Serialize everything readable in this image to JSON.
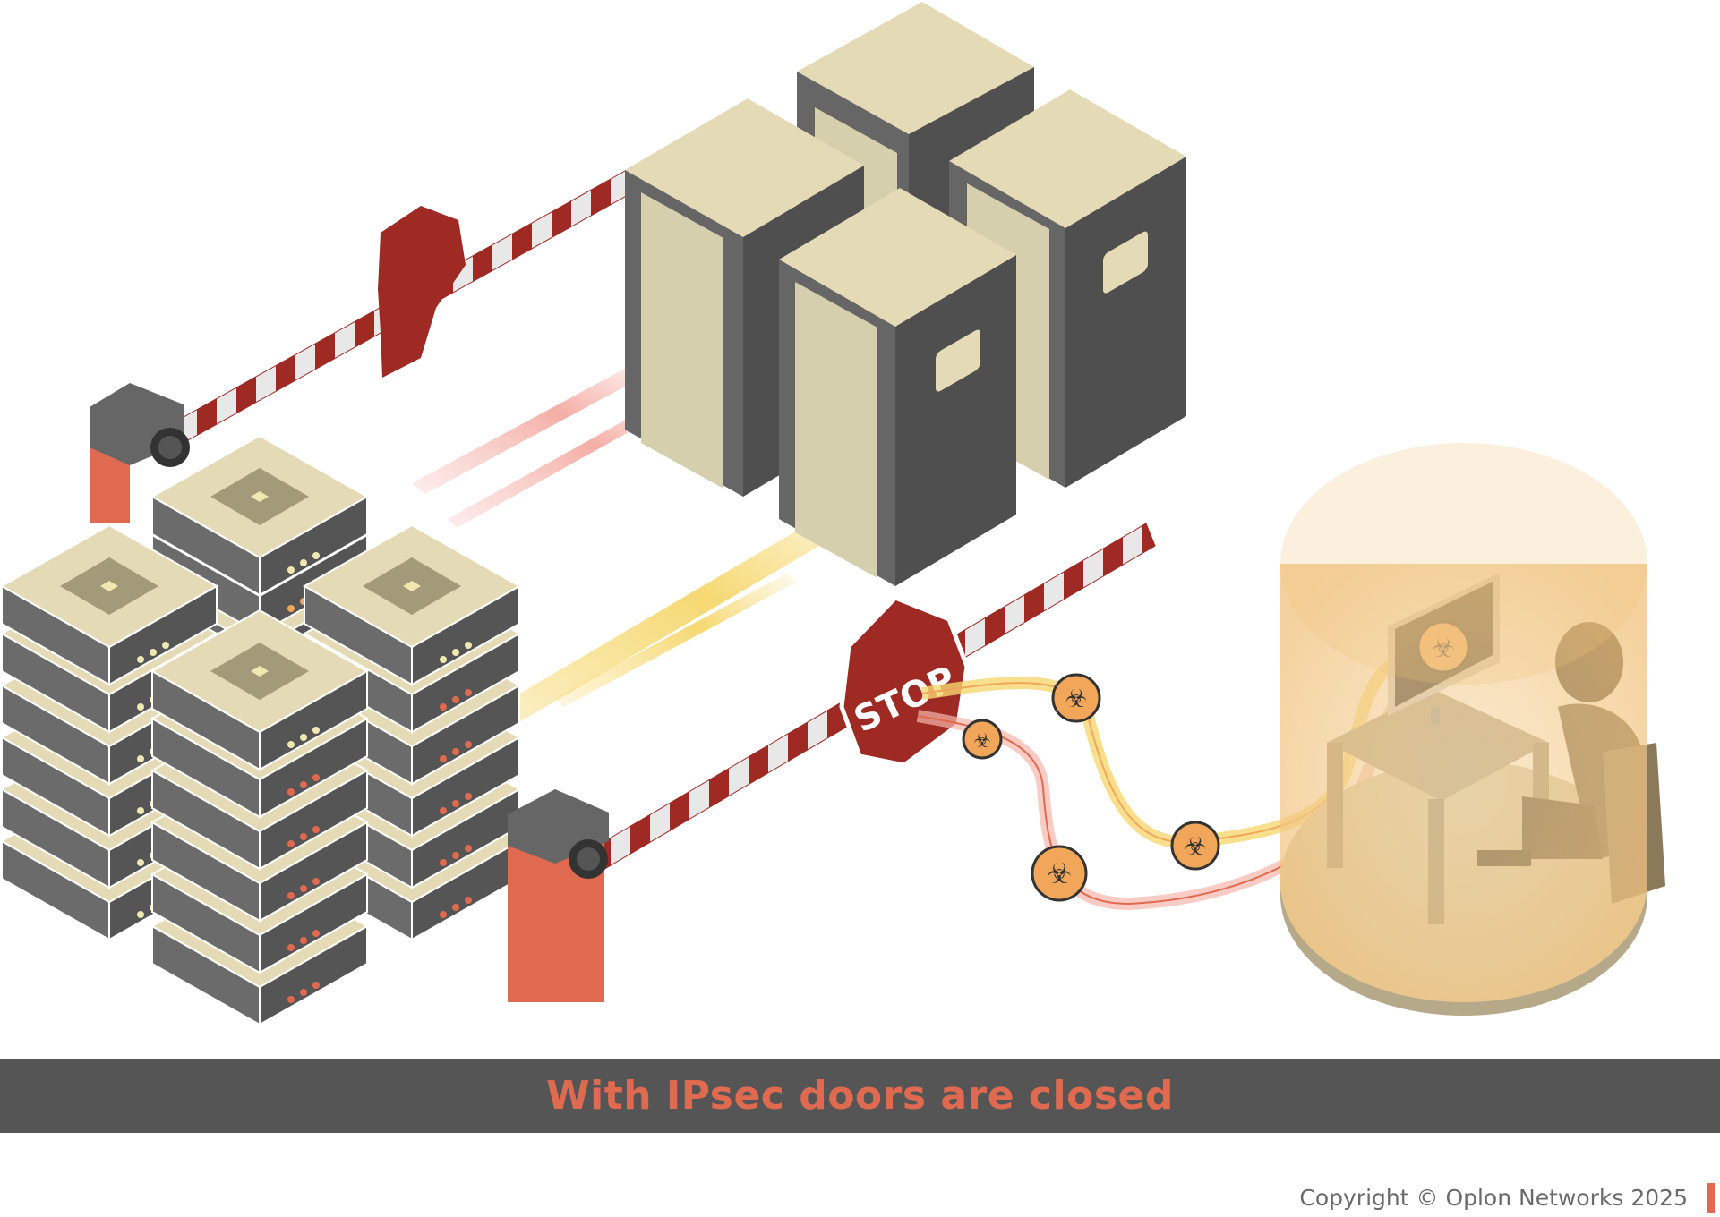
{
  "illustration": {
    "stop_sign_text": "STOP",
    "colors": {
      "server_top": "#e4dbb6",
      "server_body": "#555555",
      "barrier_red": "#9e2a23",
      "barrier_post": "#e06a4f",
      "coin": "#f2a65a",
      "shield": "#f1c27d",
      "accent": "#e06a4f"
    }
  },
  "caption": {
    "text": "With IPsec doors are closed"
  },
  "footer": {
    "copyright": "Copyright © Oplon Networks 2025"
  }
}
